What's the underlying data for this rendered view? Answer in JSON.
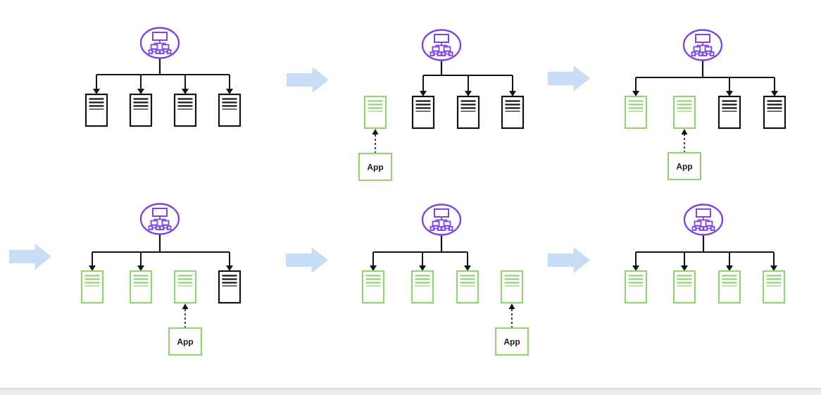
{
  "app_label": "App",
  "colors": {
    "load_balancer_purple": "#7D46DC",
    "migrated_green": "#97D077",
    "original_black": "#141414",
    "flow_arrow_blue": "#C7DDF6",
    "app_text": "#1A1A1A",
    "bottom_bar_fill": "#ECECEC",
    "bottom_bar_edge": "#DADADA",
    "background": "#FFFFFF"
  },
  "stages": [
    {
      "id": "stage-1",
      "load_balancer": true,
      "servers": [
        {
          "state": "original",
          "connected": true
        },
        {
          "state": "original",
          "connected": true
        },
        {
          "state": "original",
          "connected": true
        },
        {
          "state": "original",
          "connected": true
        }
      ],
      "app_target": null
    },
    {
      "id": "stage-2",
      "load_balancer": true,
      "servers": [
        {
          "state": "migrated",
          "connected": false
        },
        {
          "state": "original",
          "connected": true
        },
        {
          "state": "original",
          "connected": true
        },
        {
          "state": "original",
          "connected": true
        }
      ],
      "app_target": 0
    },
    {
      "id": "stage-3",
      "load_balancer": true,
      "servers": [
        {
          "state": "migrated",
          "connected": true
        },
        {
          "state": "migrated",
          "connected": false
        },
        {
          "state": "original",
          "connected": true
        },
        {
          "state": "original",
          "connected": true
        }
      ],
      "app_target": 1
    },
    {
      "id": "stage-4",
      "load_balancer": true,
      "servers": [
        {
          "state": "migrated",
          "connected": true
        },
        {
          "state": "migrated",
          "connected": true
        },
        {
          "state": "migrated",
          "connected": false
        },
        {
          "state": "original",
          "connected": true
        }
      ],
      "app_target": 2
    },
    {
      "id": "stage-5",
      "load_balancer": true,
      "servers": [
        {
          "state": "migrated",
          "connected": true
        },
        {
          "state": "migrated",
          "connected": true
        },
        {
          "state": "migrated",
          "connected": true
        },
        {
          "state": "migrated",
          "connected": false
        }
      ],
      "app_target": 3
    },
    {
      "id": "stage-6",
      "load_balancer": true,
      "servers": [
        {
          "state": "migrated",
          "connected": true
        },
        {
          "state": "migrated",
          "connected": true
        },
        {
          "state": "migrated",
          "connected": true
        },
        {
          "state": "migrated",
          "connected": true
        }
      ],
      "app_target": null
    }
  ],
  "flow_arrows": 5
}
